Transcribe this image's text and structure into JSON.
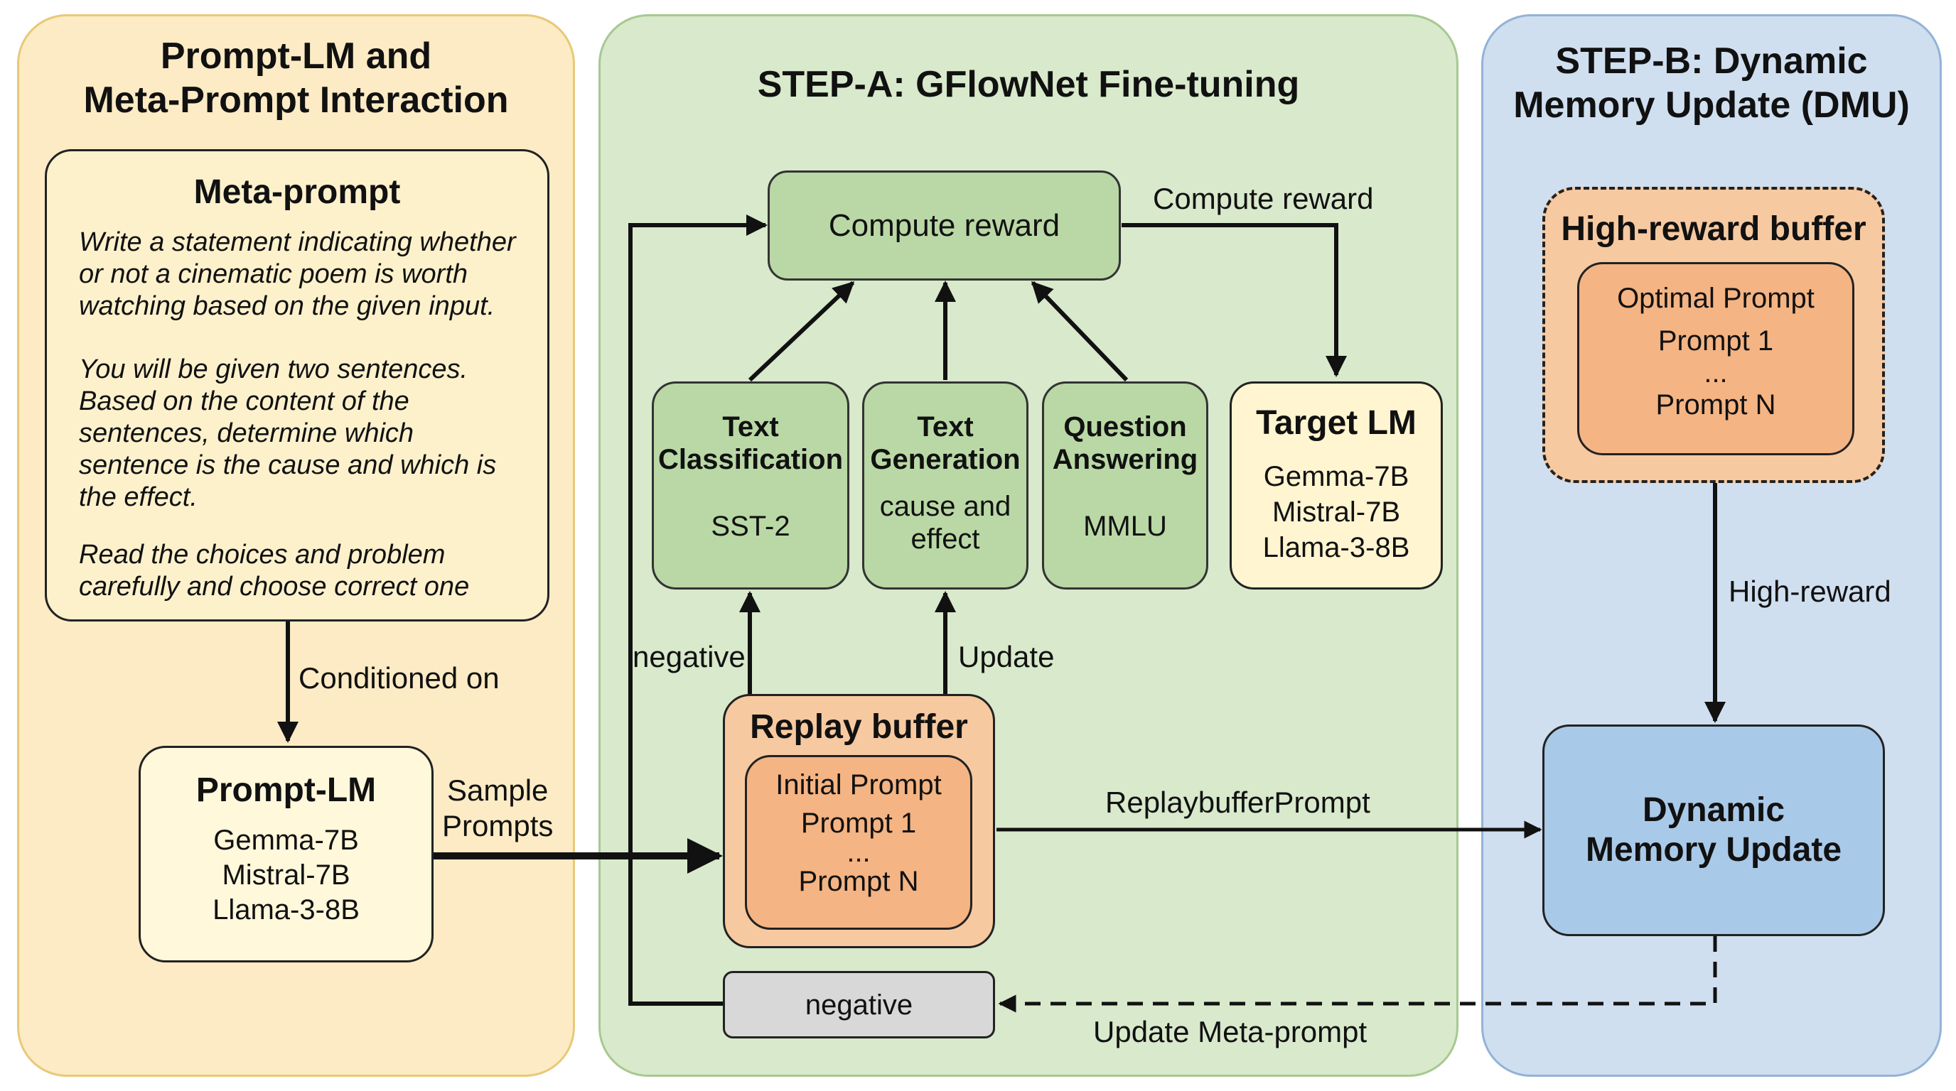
{
  "panels": {
    "left_title": "Prompt-LM and\nMeta-Prompt Interaction",
    "mid_title": "STEP-A: GFlowNet Fine-tuning",
    "right_title": "STEP-B: Dynamic\nMemory Update (DMU)"
  },
  "meta_prompt": {
    "title": "Meta-prompt",
    "p1": "Write a statement indicating whether or not a cinematic poem is worth watching based on the given input.",
    "p2": "You will be given two sentences. Based on the content of the sentences, determine which sentence is the cause and which is the effect.",
    "p3": "Read the choices and problem carefully and choose correct one"
  },
  "prompt_lm": {
    "title": "Prompt-LM",
    "models": [
      "Gemma-7B",
      "Mistral-7B",
      "Llama-3-8B"
    ]
  },
  "compute_reward": "Compute reward",
  "tasks": [
    {
      "title": "Text\nClassification",
      "dataset": "SST-2"
    },
    {
      "title": "Text\nGeneration",
      "dataset": "cause and\neffect"
    },
    {
      "title": "Question\nAnswering",
      "dataset": "MMLU"
    }
  ],
  "target_lm": {
    "title": "Target LM",
    "models": [
      "Gemma-7B",
      "Mistral-7B",
      "Llama-3-8B"
    ]
  },
  "replay_buffer": {
    "title": "Replay buffer",
    "items": [
      "Initial Prompt",
      "Prompt 1",
      "...",
      "Prompt N"
    ]
  },
  "negative_box": "negative",
  "high_reward_buffer": {
    "title": "High-reward buffer",
    "items": [
      "Optimal Prompt",
      "Prompt 1",
      "...",
      "Prompt N"
    ]
  },
  "dmu_box": "Dynamic\nMemory Update",
  "edge_labels": {
    "conditioned_on": "Conditioned on",
    "sample_prompts": "Sample\nPrompts",
    "compute_reward": "Compute reward",
    "negative": "negative",
    "update": "Update",
    "replay_buffer_prompt": "ReplaybufferPrompt",
    "high_reward": "High-reward",
    "update_meta_prompt": "Update Meta-prompt"
  }
}
